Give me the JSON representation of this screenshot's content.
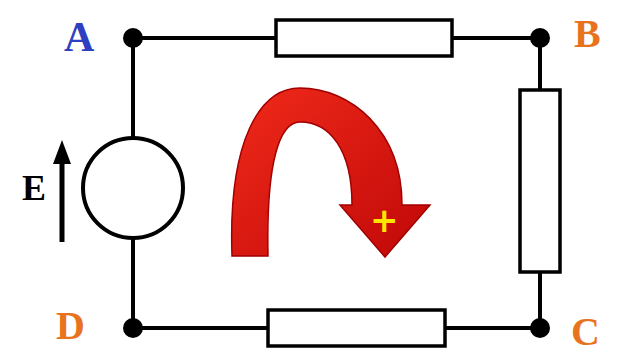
{
  "diagram": {
    "labels": [
      "A",
      "B",
      "C",
      "D",
      "E",
      "+"
    ]
  }
}
